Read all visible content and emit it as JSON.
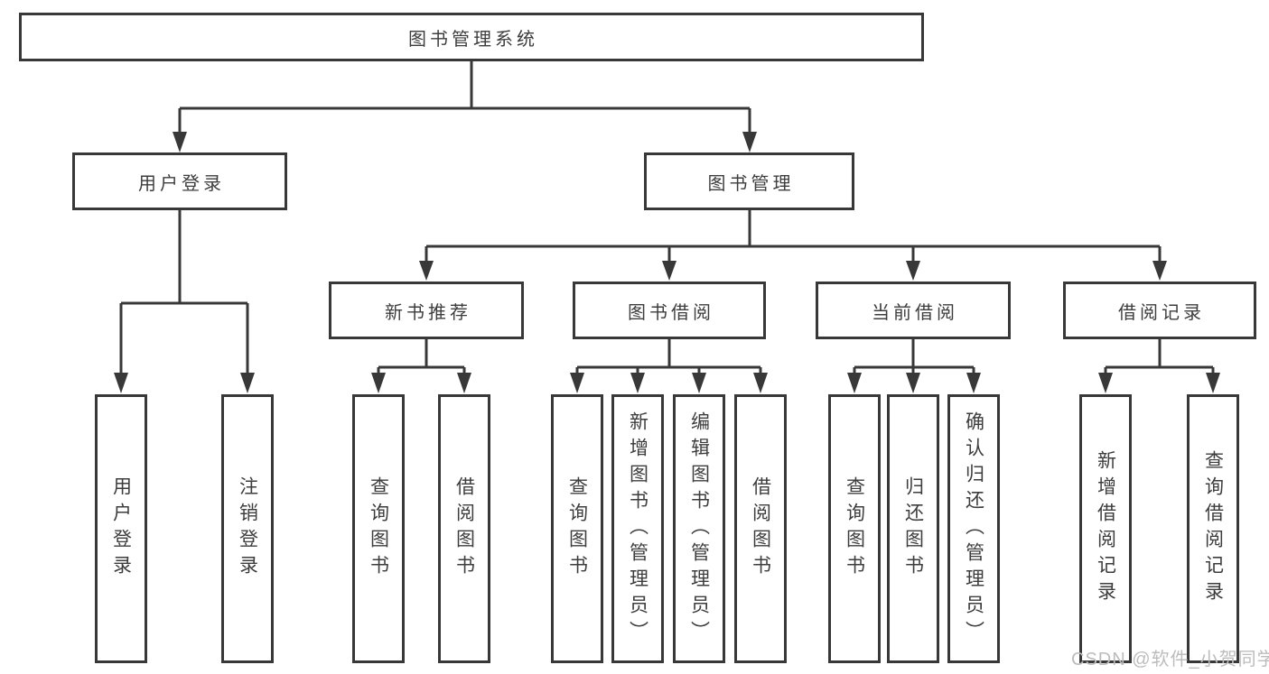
{
  "tree": {
    "root": {
      "label": "图书管理系统",
      "children": [
        {
          "label": "用户登录",
          "children": [
            {
              "label": "用户登录"
            },
            {
              "label": "注销登录"
            }
          ]
        },
        {
          "label": "图书管理",
          "children": [
            {
              "label": "新书推荐",
              "children": [
                {
                  "label": "查询图书"
                },
                {
                  "label": "借阅图书"
                }
              ]
            },
            {
              "label": "图书借阅",
              "children": [
                {
                  "label": "查询图书"
                },
                {
                  "label": "新增图书（管理员）"
                },
                {
                  "label": "编辑图书（管理员）"
                },
                {
                  "label": "借阅图书"
                }
              ]
            },
            {
              "label": "当前借阅",
              "children": [
                {
                  "label": "查询图书"
                },
                {
                  "label": "归还图书"
                },
                {
                  "label": "确认归还（管理员）"
                }
              ]
            },
            {
              "label": "借阅记录",
              "children": [
                {
                  "label": "新增借阅记录"
                },
                {
                  "label": "查询借阅记录"
                }
              ]
            }
          ]
        }
      ]
    }
  },
  "watermark": {
    "text": "CSDN @软件_小贺同学"
  },
  "colors": {
    "line": "#383838",
    "box_border": "#383838",
    "text": "#3d3d3d",
    "watermark": "#bcbcbc",
    "background": "#ffffff"
  }
}
